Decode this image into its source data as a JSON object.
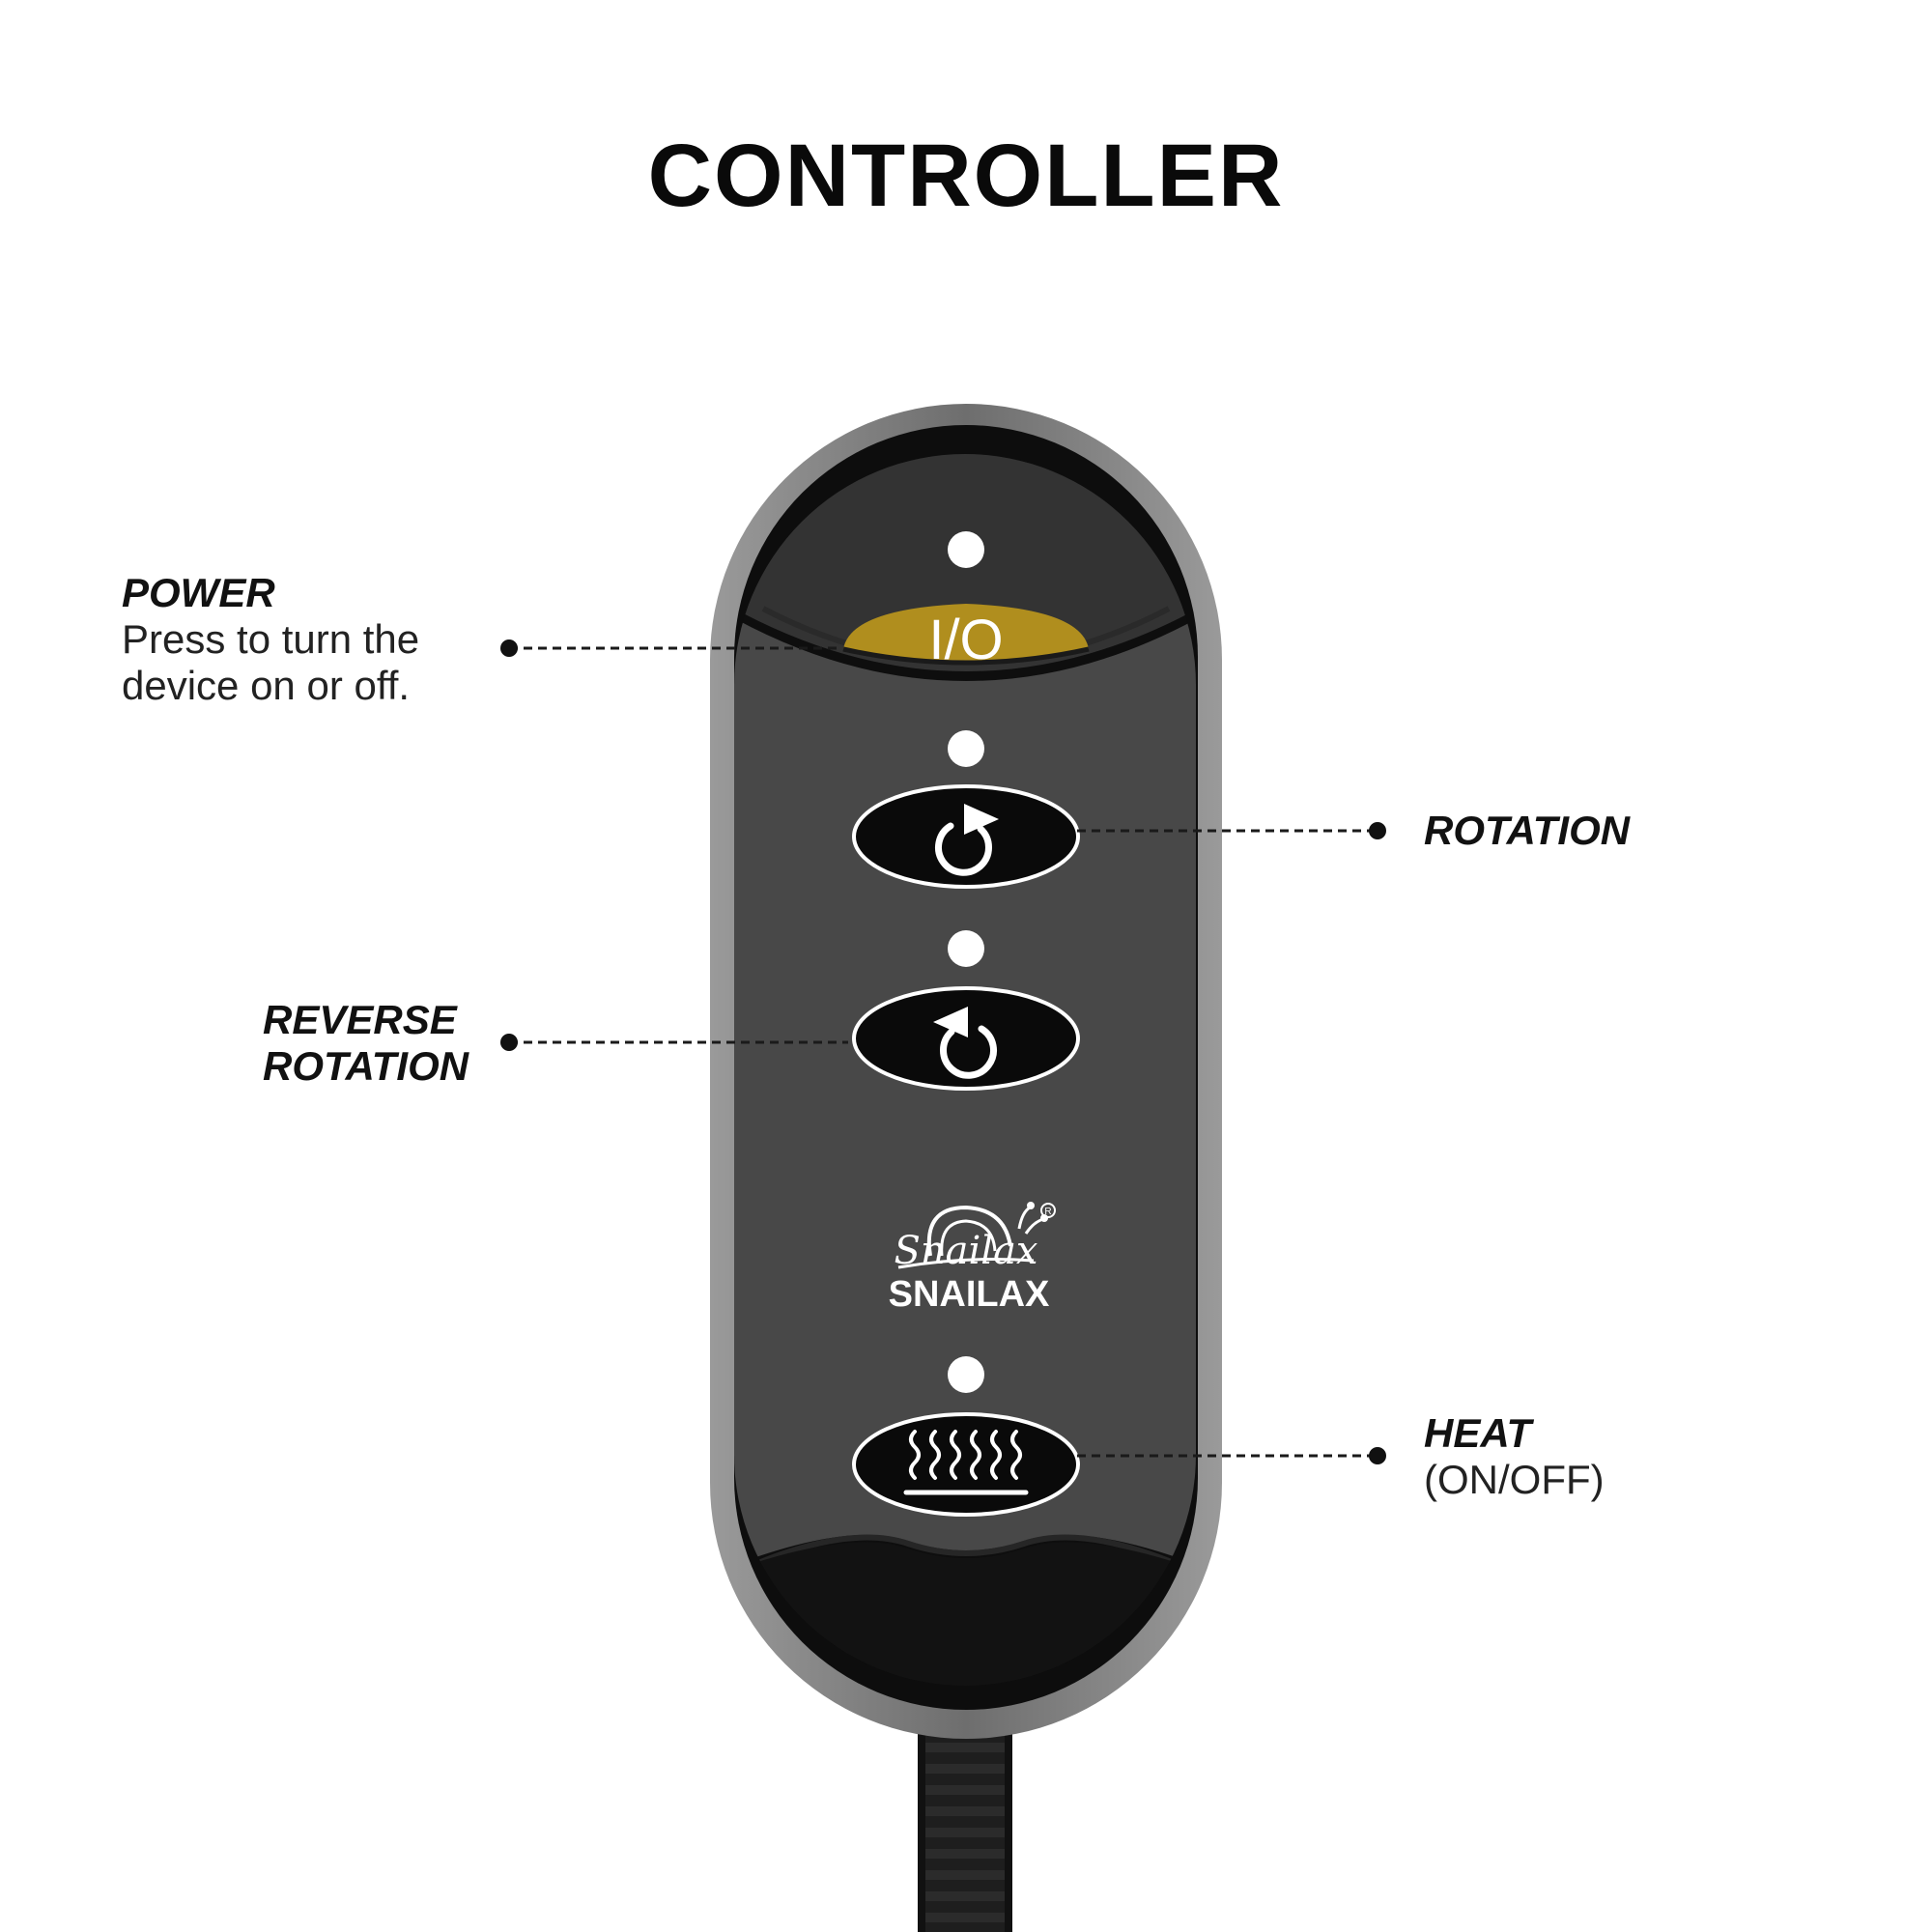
{
  "title": "CONTROLLER",
  "callouts": {
    "power": {
      "head": "POWER",
      "desc_line1": "Press to turn the",
      "desc_line2": "device on or off."
    },
    "rotation": {
      "head": "ROTATION"
    },
    "reverse": {
      "head_line1": "REVERSE",
      "head_line2": "ROTATION"
    },
    "heat": {
      "head": "HEAT",
      "desc": "(ON/OFF)"
    }
  },
  "controller": {
    "power_symbol": "I/O",
    "brand_script": "Snailax",
    "brand_name": "SNAILAX",
    "registered_mark": "R",
    "icons": [
      "rotate-clockwise-icon",
      "rotate-counterclockwise-icon",
      "heat-waves-icon",
      "snail-logo-icon"
    ]
  },
  "colors": {
    "power_button": "#b08e1e",
    "panel": "#484848",
    "shell_outer": "#7d7d7d",
    "shell_inner": "#0d0d0d",
    "indicator": "#ffffff"
  }
}
